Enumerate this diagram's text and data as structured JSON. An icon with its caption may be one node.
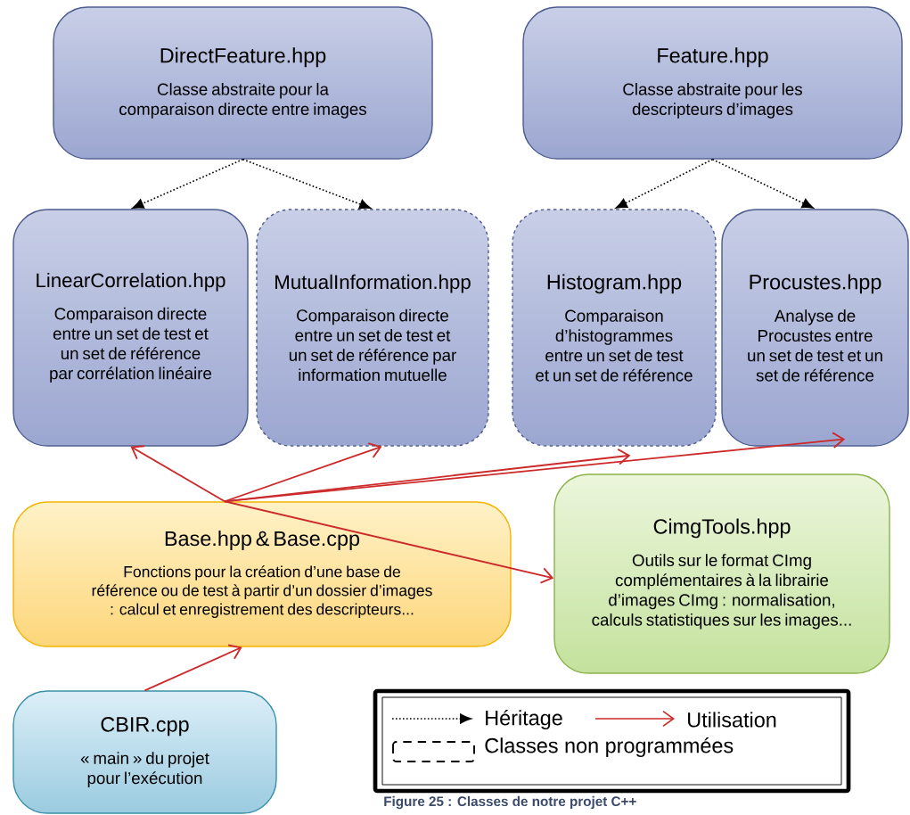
{
  "diagram": {
    "caption": "Figure 25 : Classes de notre projet C++",
    "nodes": [
      {
        "text": [
          "DirectFeature.hpp",
          "Classe abstraite pour la comparaison directe entre images"
        ]
      },
      {
        "text": [
          "Feature.hpp",
          "Classe abstraite pour les descripteurs d’images"
        ]
      },
      {
        "text": [
          "LinearCorrelation.hpp",
          "Comparaison directe entre un set de test et un set de référence par corrélation linéaire"
        ]
      },
      {
        "text": [
          "MutualInformation.hpp",
          "Comparaison directe entre un set de test et un set de référence par information mutuelle"
        ]
      },
      {
        "text": [
          "Histogram.hpp",
          "Comparaison d’histogrammes entre un set de test et un set de référence"
        ]
      },
      {
        "text": [
          "Procustes.hpp",
          "Analyse de Procustes entre un set de test et un set de référence"
        ]
      },
      {
        "text": [
          "Base.hpp & Base.cpp",
          "Fonctions pour la création d’une base de référence ou de test à partir d’un dossier d’images : calcul et enregistrement des descripteurs..."
        ]
      },
      {
        "text": [
          "CimgTools.hpp",
          "Outils sur le format CImg complémentaires à la librairie d’images CImg : normalisation, calculs statistiques sur les images..."
        ]
      },
      {
        "text": [
          "CBIR.cpp",
          "« main » du projet pour l’exécution"
        ]
      }
    ],
    "edges": [
      {
        "from": 0,
        "to": 2,
        "arrow": "to",
        "style": "dashed",
        "color": "#000000"
      },
      {
        "from": 0,
        "to": 3,
        "arrow": "to",
        "style": "dashed",
        "color": "#000000"
      },
      {
        "from": 1,
        "to": 4,
        "arrow": "to",
        "style": "dashed",
        "color": "#000000"
      },
      {
        "from": 1,
        "to": 5,
        "arrow": "to",
        "style": "dashed",
        "color": "#000000"
      },
      {
        "from": 6,
        "to": 2,
        "arrow": "to"
      },
      {
        "from": 6,
        "to": 3,
        "arrow": "to"
      },
      {
        "from": 6,
        "to": 4,
        "arrow": "to"
      },
      {
        "from": 6,
        "to": 5,
        "arrow": "to"
      },
      {
        "from": 6,
        "to": 7,
        "arrow": "to"
      },
      {
        "from": 8,
        "to": 6,
        "arrow": "to"
      }
    ],
    "legend": [
      {
        "text": "Héritage"
      },
      {
        "text": "Utilisation"
      },
      {
        "text": "Classes non programmées"
      }
    ]
  }
}
